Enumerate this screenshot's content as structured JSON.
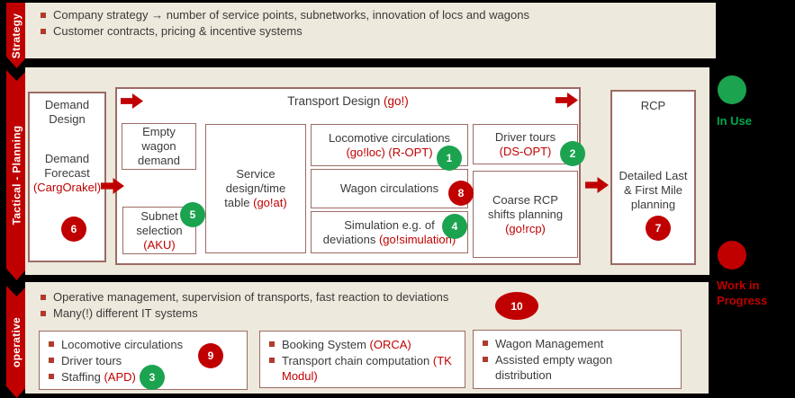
{
  "colors": {
    "red": "#C00000",
    "green_badge": "#1CA350",
    "green_text": "#00A650",
    "panel_beige": "#EDE9DC",
    "box_border": "#9C6B64",
    "bullet_square": "#B03A2E",
    "dark_text": "#3B3B3B"
  },
  "strategy": {
    "ribbon": "Strategy",
    "bullets": [
      "Company strategy → number of service points, subnetworks, innovation of locs and wagons",
      "Customer contracts, pricing & incentive systems"
    ]
  },
  "tactical": {
    "ribbon": "Tactical - Planning",
    "demand_box": {
      "title": "Demand Design",
      "forecast": "Demand Forecast",
      "tool": "(CargOrakel)"
    },
    "transport": {
      "title": "Transport Design ",
      "tool": "(go!)",
      "empty_wagon": "Empty wagon demand",
      "subnet": {
        "name": "Subnet selection",
        "tool": "(AKU)"
      },
      "service": {
        "name": "Service design/time table ",
        "tool": "(go!at)"
      },
      "loco": {
        "name": "Locomotive circulations",
        "tool": "(go!loc) (R-OPT)"
      },
      "wagon": {
        "name": "Wagon circulations"
      },
      "simulation": {
        "line1": "Simulation e.g. of",
        "line2": "deviations ",
        "tool": "(go!simulation)"
      },
      "driver": {
        "name": "Driver tours",
        "tool": "(DS-OPT)"
      },
      "coarse": {
        "name": "Coarse RCP shifts planning",
        "tool": "(go!rcp)"
      }
    },
    "rcp_box": {
      "title": "RCP",
      "body": "Detailed Last & First Mile planning"
    }
  },
  "operative": {
    "ribbon": "operative",
    "bullets": [
      "Operative management, supervision of transports, fast reaction to deviations",
      "Many(!) different IT systems"
    ],
    "box1": {
      "item1": "Locomotive circulations",
      "item2": "Driver tours",
      "item3": "Staffing ",
      "item3_tool": "(APD)"
    },
    "box2": {
      "item1": "Booking System ",
      "item1_tool": "(ORCA)",
      "item2": "Transport chain computation ",
      "item2_tool": "(TK Modul)"
    },
    "box3": {
      "item1": "Wagon Management",
      "item2": "Assisted empty wagon distribution"
    }
  },
  "badges": {
    "b1": "1",
    "b2": "2",
    "b3": "3",
    "b4": "4",
    "b5": "5",
    "b6": "6",
    "b7": "7",
    "b8": "8",
    "b9": "9",
    "b10": "10"
  },
  "legend": {
    "in_use": "In Use",
    "work_in_progress": "Work in Progress"
  }
}
